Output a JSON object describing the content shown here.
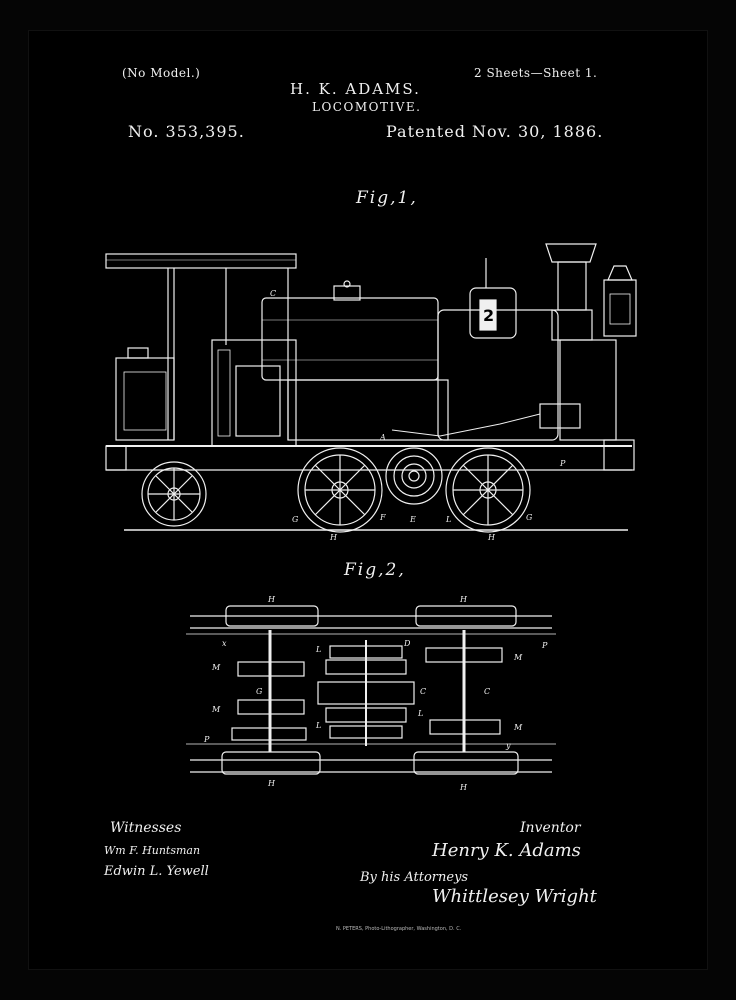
{
  "header": {
    "model": "(No Model.)",
    "inventor_name": "H. K. ADAMS.",
    "title": "LOCOMOTIVE.",
    "sheets": "2 Sheets—Sheet 1.",
    "patent_number": "No. 353,395.",
    "patent_date": "Patented Nov. 30, 1886."
  },
  "figures": {
    "fig1_label": "Fig,1,",
    "fig2_label": "Fig,2,",
    "loco_number": "2"
  },
  "footer": {
    "witnesses_label": "Witnesses",
    "witness_1": "Wm F. Huntsman",
    "witness_2": "Edwin L. Yewell",
    "inventor_label": "Inventor",
    "inventor_signature": "Henry K. Adams",
    "attorneys_label": "By his Attorneys",
    "attorneys_signature": "Whittlesey Wright",
    "printer": "N. PETERS, Photo-Lithographer, Washington, D. C."
  },
  "colors": {
    "ink": "#f0f0f0",
    "paper": "#000000",
    "frame": "#050505"
  }
}
